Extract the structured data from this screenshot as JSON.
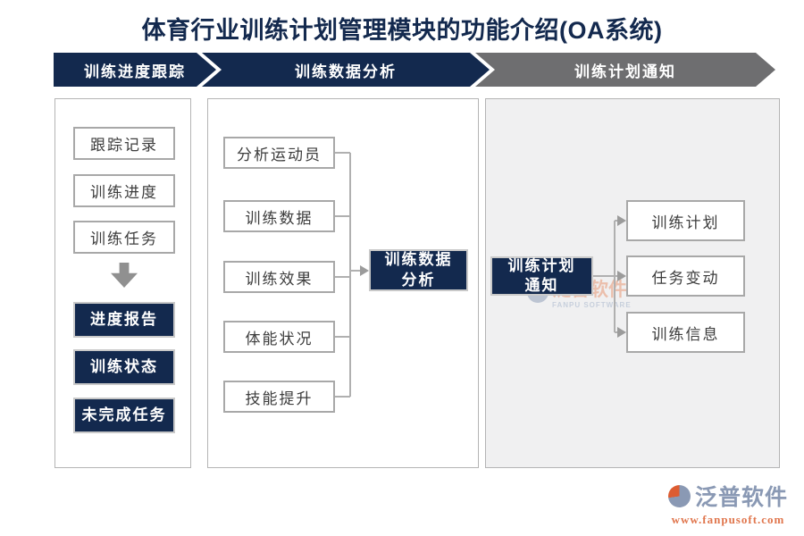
{
  "title": "体育行业训练计划管理模块的功能介绍(OA系统)",
  "banners": [
    {
      "label": "训练进度跟踪"
    },
    {
      "label": "训练数据分析"
    },
    {
      "label": "训练计划通知"
    }
  ],
  "tracking": {
    "plain": [
      "跟踪记录",
      "训练进度",
      "训练任务"
    ],
    "dark": [
      "进度报告",
      "训练状态",
      "未完成任务"
    ]
  },
  "analysis": {
    "sources": [
      "分析运动员",
      "训练数据",
      "训练效果",
      "体能状况",
      "技能提升"
    ],
    "target": "训练数据\n分析"
  },
  "notification": {
    "source": "训练计划\n通知",
    "targets": [
      "训练计划",
      "任务变动",
      "训练信息"
    ]
  },
  "watermark": {
    "text": "泛普软件",
    "subtext": "FANPU SOFTWARE"
  },
  "footer": {
    "brand": "泛普软件",
    "url": "www.fanpusoft.com"
  },
  "colors": {
    "navy": "#13294e",
    "banner_gray": "#6e6e70",
    "panel_gray": "#f0f0f1",
    "line_gray": "#b0b0b0",
    "logo_blue": "#8a99b4",
    "logo_orange": "#dd5c31",
    "url_orange": "#e0764d"
  }
}
